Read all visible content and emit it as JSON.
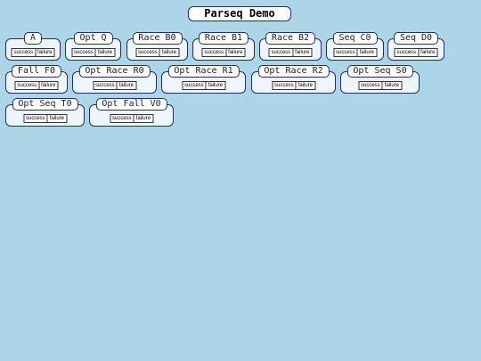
{
  "title": "Parseq Demo",
  "button_labels": {
    "success": "success",
    "failure": "failure"
  },
  "cards": [
    {
      "id": "a",
      "label": "A"
    },
    {
      "id": "opt-q",
      "label": "Opt Q"
    },
    {
      "id": "race-b0",
      "label": "Race B0"
    },
    {
      "id": "race-b1",
      "label": "Race B1"
    },
    {
      "id": "race-b2",
      "label": "Race B2"
    },
    {
      "id": "seq-c0",
      "label": "Seq C0"
    },
    {
      "id": "seq-d0",
      "label": "Seq D0"
    },
    {
      "id": "fall-f0",
      "label": "Fall F0"
    },
    {
      "id": "opt-race-r0",
      "label": "Opt Race R0"
    },
    {
      "id": "opt-race-r1",
      "label": "Opt Race R1"
    },
    {
      "id": "opt-race-r2",
      "label": "Opt Race R2"
    },
    {
      "id": "opt-seq-s0",
      "label": "Opt Seq S0"
    },
    {
      "id": "opt-seq-t0",
      "label": "Opt Seq T0"
    },
    {
      "id": "opt-fall-v0",
      "label": "Opt Fall V0"
    }
  ]
}
